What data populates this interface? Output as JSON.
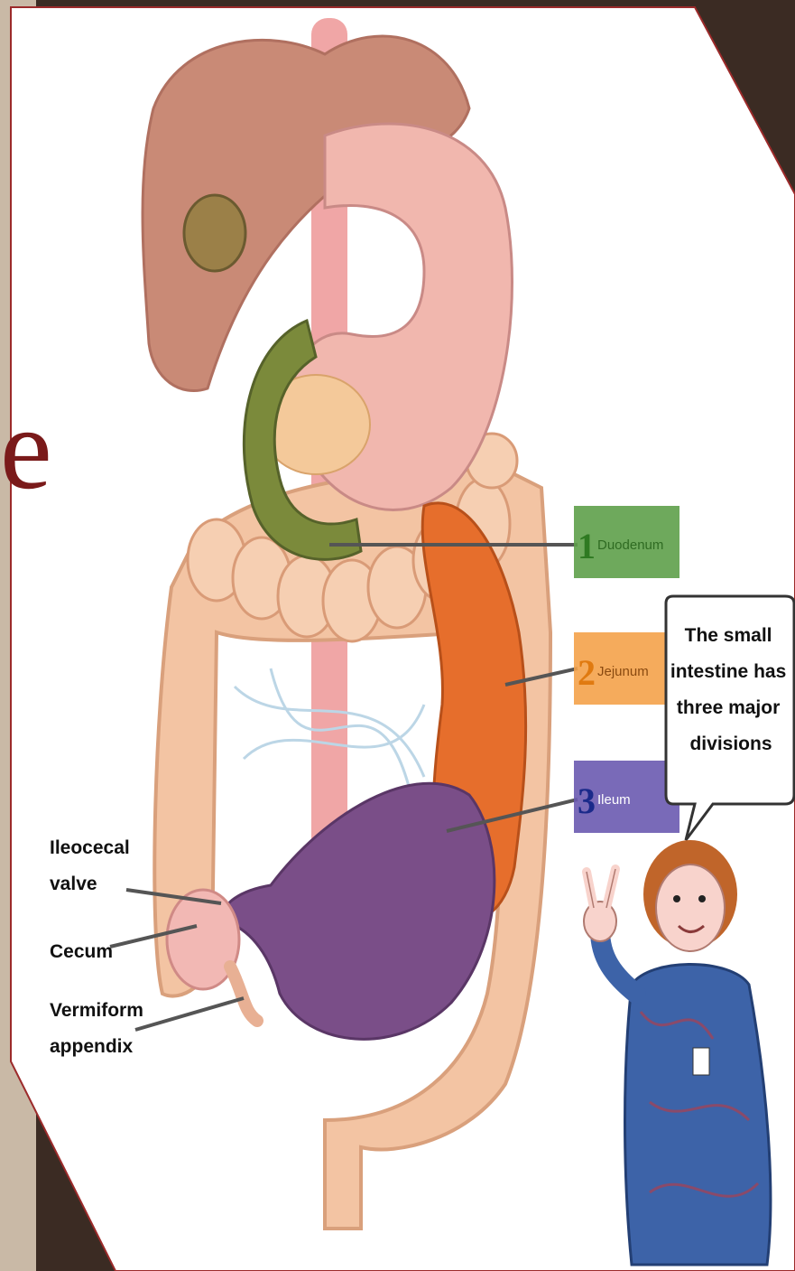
{
  "colors": {
    "duodenum": "#5ea04a",
    "jejunum": "#f4a24a",
    "ileum": "#6a5ab0",
    "duodenum_organ": "#7a8a3a",
    "jejunum_organ": "#e5702a",
    "ileum_organ": "#7a4f86",
    "colon": "#f2c09e",
    "liver": "#c9826e",
    "stomach": "#eeb2aa"
  },
  "divisions": [
    {
      "number": "1",
      "name": "Duodenum"
    },
    {
      "number": "2",
      "name": "Jejunum"
    },
    {
      "number": "3",
      "name": "Ileum"
    }
  ],
  "left_labels": {
    "ileocecal": [
      "Ileocecal",
      "valve"
    ],
    "cecum": [
      "Cecum"
    ],
    "appendix": [
      "Vermiform",
      "appendix"
    ]
  },
  "speech_bubble": {
    "lines": [
      "The small",
      "intestine has",
      "three major",
      "divisions"
    ]
  },
  "edge_fragment": "e"
}
